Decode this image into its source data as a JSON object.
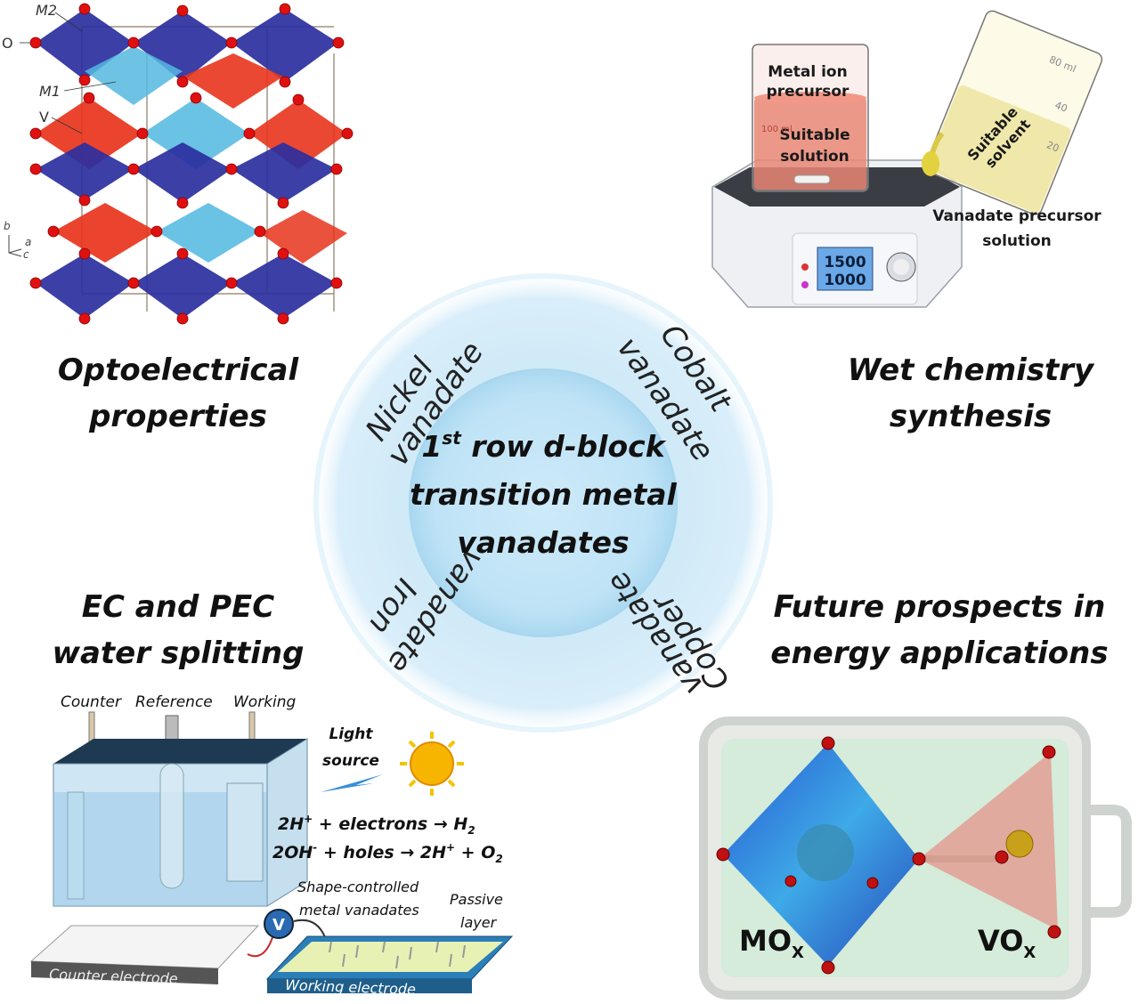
{
  "center": {
    "line1_prefix": "1",
    "line1_sup": "st",
    "line1_rest": " row d-block",
    "line2": "transition metal",
    "line3": "vanadates",
    "ring": [
      "Nickel",
      "vanadate",
      "Cobalt",
      "vanadate",
      "Copper",
      "vanadate",
      "Iron",
      "vanadate"
    ]
  },
  "quadrants": {
    "top_left": {
      "title_line1": "Optoelectrical",
      "title_line2": "properties",
      "labels": [
        "M2",
        "O",
        "M1",
        "V"
      ],
      "axes": [
        "b",
        "a",
        "c"
      ]
    },
    "top_right": {
      "title_line1": "Wet chemistry",
      "title_line2": "synthesis",
      "beaker_top": [
        "Metal ion",
        "precursor"
      ],
      "beaker_mid": [
        "Suitable",
        "solution"
      ],
      "tilted_beaker": [
        "Suitable",
        "solvent"
      ],
      "beaker_marks": [
        "80 ml",
        "40",
        "20",
        "100 ml"
      ],
      "caption": [
        "Vanadate precursor",
        "solution"
      ],
      "display": [
        "1500",
        "1000"
      ]
    },
    "bottom_left": {
      "title_line1": "EC and PEC",
      "title_line2": "water splitting",
      "electrodes": [
        "Counter",
        "Reference",
        "Working"
      ],
      "light": [
        "Light",
        "source"
      ],
      "reactions": {
        "r1": [
          "2H",
          "+",
          " + electrons → H",
          "2"
        ],
        "r2": [
          "2OH",
          "-",
          " + holes → 2H",
          "+",
          " + O",
          "2"
        ]
      },
      "shape_controlled": [
        "Shape-controlled",
        "metal vanadates"
      ],
      "passive": [
        "Passive",
        "layer"
      ],
      "voltmeter": "V",
      "counter_electrode": "Counter electrode",
      "working_electrode": "Working  electrode"
    },
    "bottom_right": {
      "title_line1": "Future prospects in",
      "title_line2": "energy applications",
      "mox": "MO",
      "mox_sub": "X",
      "vox": "VO",
      "vox_sub": "X"
    }
  },
  "colors": {
    "ring_outer": "#cfe9f7",
    "ring_inner": "#bfe3f6",
    "octahedron_blue": "#2a2f9e",
    "octahedron_cyan": "#55b9e0",
    "tetra_red": "#e8341c",
    "atom_red": "#e01010"
  }
}
